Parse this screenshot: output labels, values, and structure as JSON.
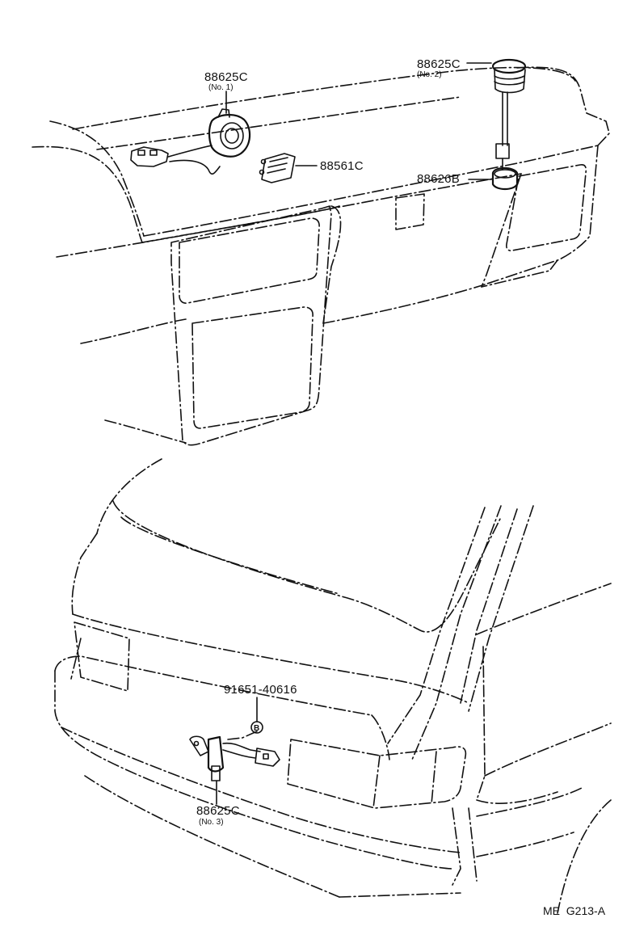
{
  "labels": {
    "part_top_left": "88625C",
    "part_top_left_sub": "(No. 1)",
    "part_top_right": "88625C",
    "part_top_right_sub": "(No. 2)",
    "part_middle": "88561C",
    "part_grommet": "88626B",
    "part_bolt": "91651-40616",
    "bolt_marker": "B",
    "part_bottom": "88625C",
    "part_bottom_sub": "(No. 3)",
    "figure_code": "ME  G213-A"
  }
}
